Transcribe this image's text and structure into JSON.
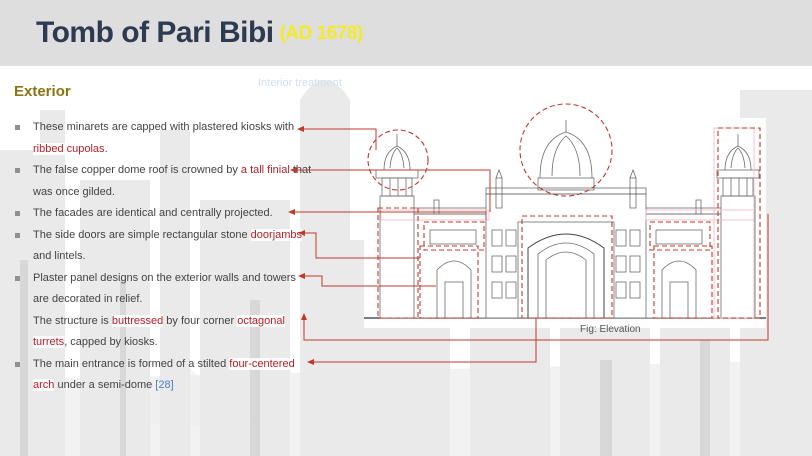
{
  "slide": {
    "title": "Tomb  of Pari Bibi",
    "title_date": "(AD 1678)",
    "section_heading": "Exterior",
    "faded_link_text": "Interior treatment",
    "figure_caption": "Fig: Elevation"
  },
  "bullets": [
    {
      "parts": [
        "These minarets are capped with plastered kiosks with ",
        {
          "hl": "ribbed cupolas"
        },
        "."
      ],
      "bullet": true
    },
    {
      "parts": [
        "The false copper dome roof is crowned by ",
        {
          "hl": "a tall finial"
        },
        " that was once gilded."
      ],
      "bullet": true
    },
    {
      "parts": [
        "The facades are identical and centrally projected."
      ],
      "bullet": true
    },
    {
      "parts": [
        "The side doors are simple rectangular stone ",
        {
          "hl": "doorjambs"
        },
        " and lintels."
      ],
      "bullet": true
    },
    {
      "parts": [
        "Plaster panel designs on the exterior walls and towers are decorated in relief."
      ],
      "bullet": true
    },
    {
      "parts": [
        "The structure is ",
        {
          "hl": "buttressed"
        },
        " by four corner ",
        {
          "hl": "octagonal turrets"
        },
        ", capped by kiosks."
      ],
      "bullet": false
    },
    {
      "parts": [
        "The main entrance is formed of a stilted ",
        {
          "hl": "four-centered arch"
        },
        " under a semi-dome ",
        {
          "ref": "[28]"
        }
      ],
      "bullet": true
    }
  ],
  "colors": {
    "title": "#2e3a52",
    "date": "#f4ea2a",
    "heading": "#8b7414",
    "highlight": "#b3212a",
    "annotation": "#c0392b",
    "reference": "#4a7fc4"
  },
  "icons": [
    "elevation-drawing",
    "background-city-illustration"
  ]
}
